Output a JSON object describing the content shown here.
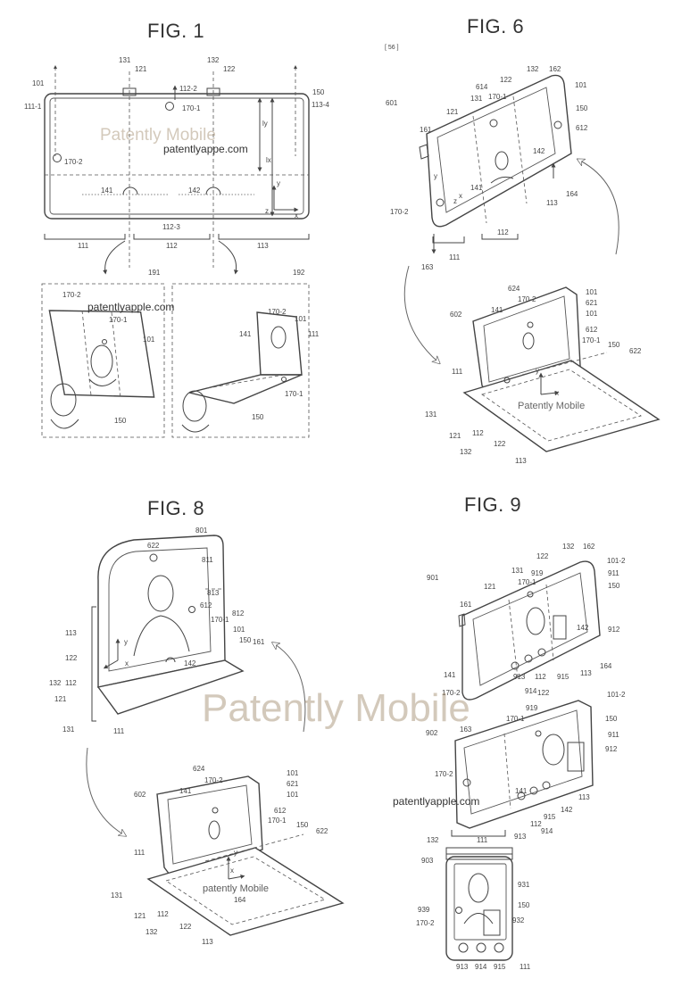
{
  "figures": {
    "fig1": {
      "title": "FIG. 1"
    },
    "fig6": {
      "title": "FIG. 6",
      "header_mark": "[ 56 ]"
    },
    "fig8": {
      "title": "FIG. 8"
    },
    "fig9": {
      "title": "FIG. 9"
    }
  },
  "watermarks": {
    "patently_mobile_fig1": "Patently Mobile",
    "url_fig1": "patentlyappe.com",
    "url_191": "patentlyapple.com",
    "patently_mobile_fig6": "Patently Mobile",
    "patently_mobile_big": "Patently Mobile",
    "patently_mobile_fig8": "patently Mobile",
    "url_fig9": "patentlyapple.com"
  },
  "labels": {
    "fig1": {
      "l101": "101",
      "l111_1": "111-1",
      "l131": "131",
      "l121": "121",
      "l132": "132",
      "l122": "122",
      "l112_2": "112-2",
      "l150": "150",
      "l113_4": "113-4",
      "l170_1": "170-1",
      "lly": "ly",
      "llx": "lx",
      "l170_2": "170-2",
      "ly": "y",
      "lz": "z",
      "lx": "x",
      "l141": "141",
      "l142": "142",
      "l112_3": "112-3",
      "l111": "111",
      "l112": "112",
      "l113": "113",
      "l191": "191",
      "l192": "192",
      "l170_2b": "170-2",
      "l170_1b": "170-1",
      "l101b": "101",
      "l150b": "150",
      "l170_2c": "170-2",
      "l101c": "101",
      "l141c": "141",
      "l111c": "111",
      "l150c": "150",
      "l170_1c": "170-1"
    },
    "fig6": {
      "l601": "601",
      "l614": "614",
      "l131": "131",
      "l170_1": "170-1",
      "l122": "122",
      "l132": "132",
      "l162": "162",
      "l101": "101",
      "l121": "121",
      "l150": "150",
      "l612": "612",
      "l161": "161",
      "l142": "142",
      "l141": "141",
      "ly": "y",
      "lx": "x",
      "lz": "z",
      "l170_2": "170-2",
      "l164": "164",
      "l113": "113",
      "l112": "112",
      "l163": "163",
      "l111": "111",
      "l624": "624",
      "l602": "602",
      "l170_2b": "170-2",
      "l101b": "101",
      "l621": "621",
      "l101c": "101",
      "l612b": "612",
      "l141b": "141",
      "l170_1b": "170-1",
      "l150b": "150",
      "l622": "622",
      "l111b": "111",
      "lyb": "y",
      "lxb": "x",
      "l131b": "131",
      "l121b": "121",
      "l112b": "112",
      "l122b": "122",
      "l132b": "132",
      "l113b": "113"
    },
    "fig8": {
      "l801": "801",
      "l622": "622",
      "l811": "811",
      "l813": "813",
      "l612": "612",
      "l170_1": "170-1",
      "l812": "812",
      "l113": "113",
      "l101": "101",
      "l150": "150",
      "l161": "161",
      "l122": "122",
      "ly": "y",
      "lx": "x",
      "l142": "142",
      "l132": "132",
      "l112": "112",
      "l121": "121",
      "l131": "131",
      "l111": "111",
      "l624": "624",
      "l170_2": "170-2",
      "l101b": "101",
      "l621": "621",
      "l101c": "101",
      "l612b": "612",
      "l141": "141",
      "l602": "602",
      "l170_1b": "170-1",
      "l150b": "150",
      "l622b": "622",
      "l111b": "111",
      "lyb": "y",
      "lxb": "x",
      "l131b": "131",
      "l121b": "121",
      "l112b": "112",
      "l122b": "122",
      "l164": "164",
      "l132b": "132",
      "l113b": "113"
    },
    "fig9": {
      "l132": "132",
      "l162": "162",
      "l122": "122",
      "l101_2": "101-2",
      "l131": "131",
      "l919": "919",
      "l911": "911",
      "l901": "901",
      "l121": "121",
      "l170_1": "170-1",
      "l150": "150",
      "l161": "161",
      "l912": "912",
      "l142": "142",
      "l141": "141",
      "l170_2": "170-2",
      "l913": "913",
      "l914": "914",
      "l112": "112",
      "l915": "915",
      "l113": "113",
      "l164": "164",
      "l122b": "122",
      "l101_2b": "101-2",
      "l919b": "919",
      "l170_1b": "170-1",
      "l150b": "150",
      "l902": "902",
      "l163": "163",
      "l911b": "911",
      "l170_2b": "170-2",
      "l912b": "912",
      "l141b": "141",
      "l113b": "113",
      "l915b": "915",
      "l142b": "142",
      "l112b": "112",
      "l914b": "914",
      "l913b": "913",
      "l132b": "132",
      "l111b": "111",
      "l903": "903",
      "l931": "931",
      "l939": "939",
      "l150c": "150",
      "l170_2c": "170-2",
      "l932": "932",
      "l913c": "913",
      "l914c": "914",
      "l915c": "915",
      "l111c": "111"
    }
  }
}
